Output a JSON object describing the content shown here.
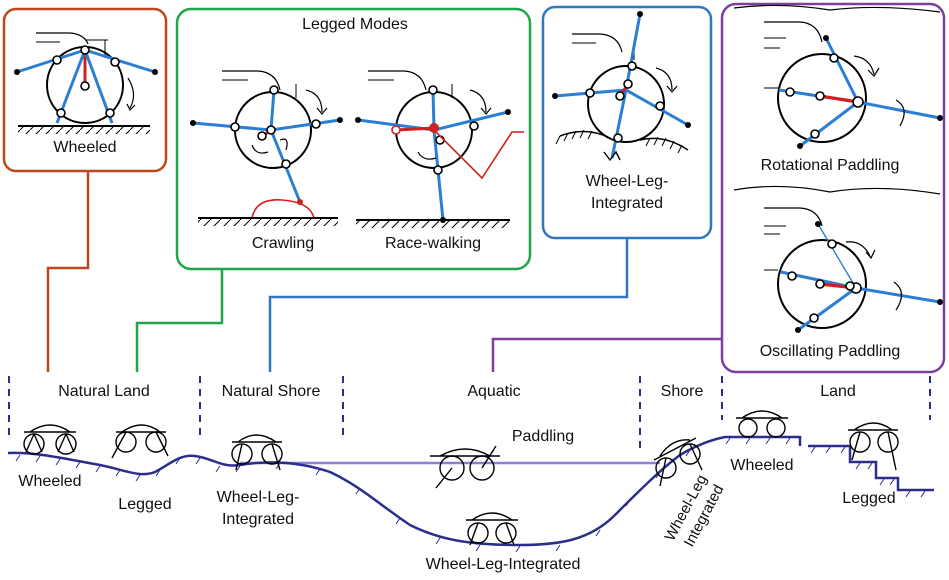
{
  "boxes": {
    "wheeled": {
      "caption": "Wheeled",
      "color": "#c0461c"
    },
    "legged": {
      "title": "Legged Modes",
      "left_caption": "Crawling",
      "right_caption": "Race-walking",
      "color": "#1fa64a"
    },
    "wli": {
      "caption_line1": "Wheel-Leg-",
      "caption_line2": "Integrated",
      "color": "#2f78c0"
    },
    "paddling": {
      "top_caption": "Rotational Paddling",
      "bottom_caption": "Oscillating Paddling",
      "color": "#7a3fa0"
    }
  },
  "regions": {
    "natural_land": "Natural Land",
    "natural_shore": "Natural Shore",
    "aquatic": "Aquatic",
    "shore": "Shore",
    "land": "Land"
  },
  "terrain_labels": {
    "wheeled_left": "Wheeled",
    "legged_left": "Legged",
    "wli_left_line1": "Wheel-Leg-",
    "wli_left_line2": "Integrated",
    "paddling": "Paddling",
    "wli_bottom": "Wheel-Leg-Integrated",
    "wli_slope_line1": "Wheel-Leg",
    "wli_slope_line2": "Integrated",
    "wheeled_right": "Wheeled",
    "legged_right": "Legged"
  },
  "colors": {
    "wheeled": "#c0461c",
    "legged": "#1fa64a",
    "wli": "#2f78c0",
    "paddling": "#7a3fa0",
    "leg_blue": "#2a7fd4",
    "crank_red": "#d02020",
    "ground": "#2b2e8a",
    "water": "#8b7fd0"
  }
}
